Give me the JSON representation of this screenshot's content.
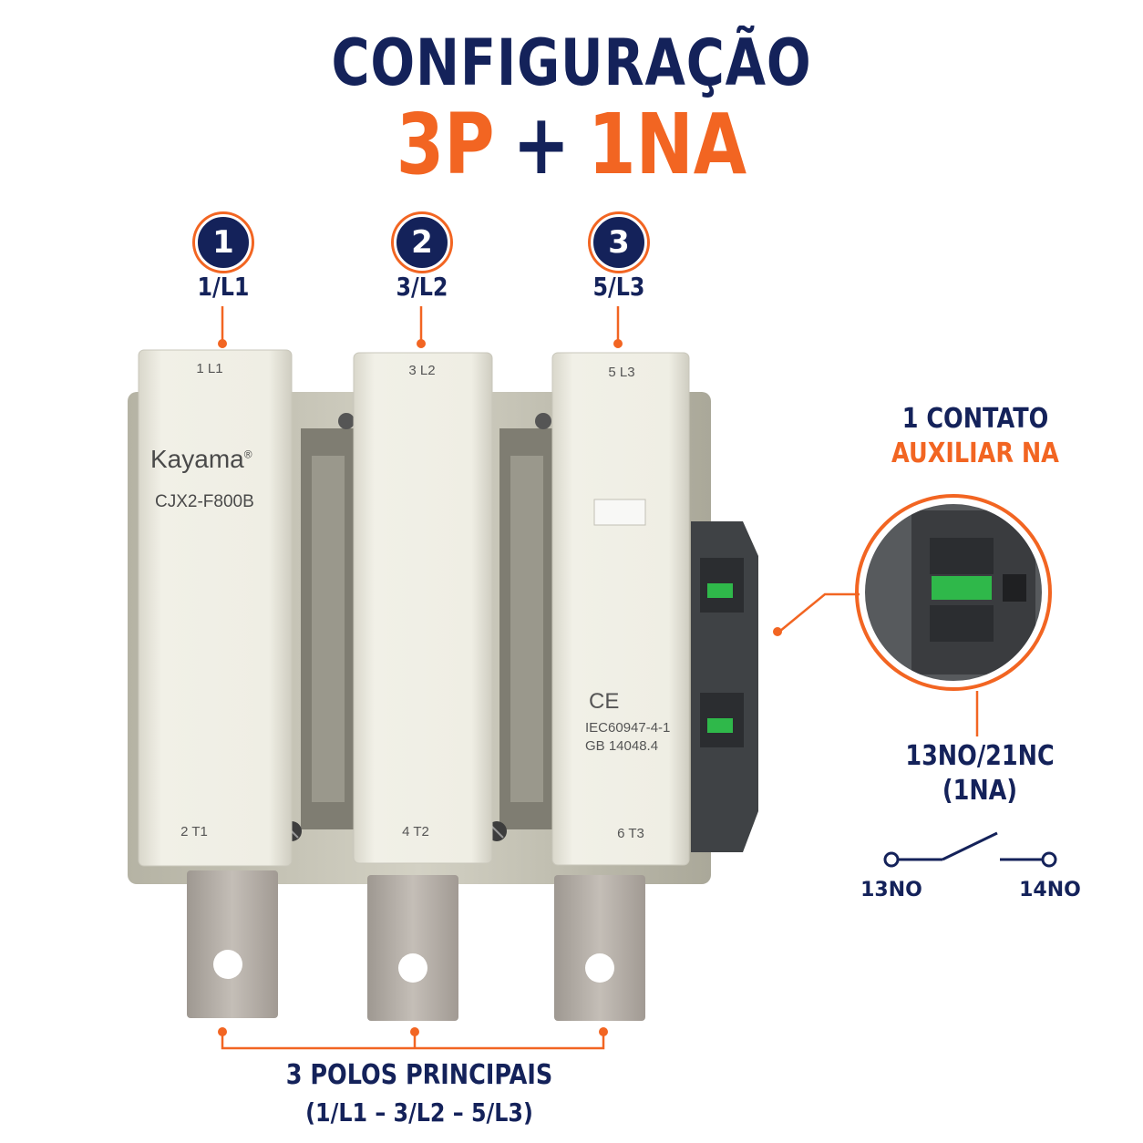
{
  "title": {
    "line1": "CONFIGURAÇÃO",
    "line2_left": "3P",
    "line2_plus": "+",
    "line2_right": "1NA"
  },
  "colors": {
    "navy": "#14225a",
    "orange": "#f26522",
    "body": "#ecebe2",
    "terminal": "#b9b4ad"
  },
  "poles": [
    {
      "number": "1",
      "label": "1/L1",
      "top_mark": "1 L1",
      "bottom_mark": "2 T1"
    },
    {
      "number": "2",
      "label": "3/L2",
      "top_mark": "3 L2",
      "bottom_mark": "4 T2"
    },
    {
      "number": "3",
      "label": "5/L3",
      "top_mark": "5 L3",
      "bottom_mark": "6 T3"
    }
  ],
  "product": {
    "brand": "Kayama",
    "registered": "®",
    "model": "CJX2-F800B",
    "ce_mark": "CE",
    "standard1": "IEC60947-4-1",
    "standard2": "GB 14048.4"
  },
  "auxiliary": {
    "title_line1": "1 CONTATO",
    "title_line2": "AUXILIAR NA",
    "config_line1": "13NO/21NC",
    "config_line2": "(1NA)",
    "terminal_left": "13NO",
    "terminal_right": "14NO"
  },
  "main_poles": {
    "line1": "3 POLOS PRINCIPAIS",
    "line2": "(1/L1 – 3/L2 – 5/L3)"
  }
}
